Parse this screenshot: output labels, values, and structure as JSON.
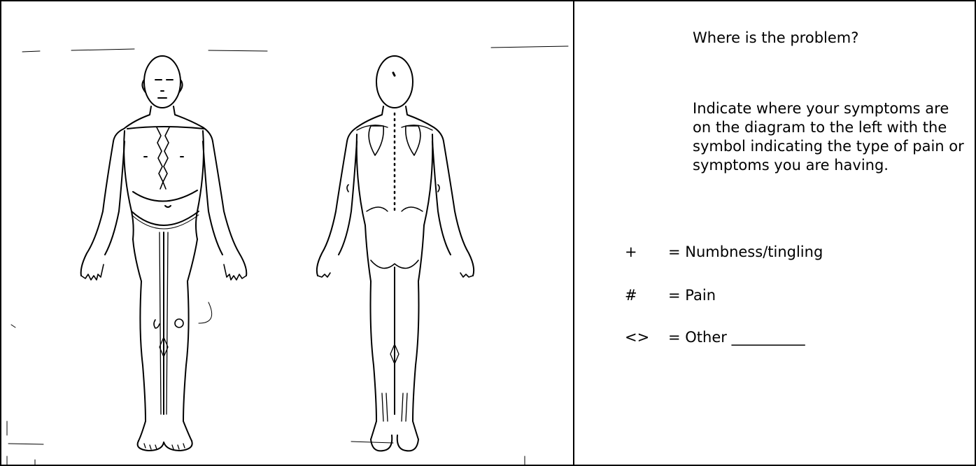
{
  "instructions": {
    "question": "Where is the problem?",
    "paragraph": "Indicate where your symptoms are on the diagram to the left with the symbol indicating the type of pain or symptoms you are having."
  },
  "legend": [
    {
      "symbol": "+",
      "text": "= Numbness/tingling"
    },
    {
      "symbol": "#",
      "text": "= Pain"
    },
    {
      "symbol": "<>",
      "text": "= Other __________"
    }
  ],
  "diagram": {
    "views": [
      "front-view",
      "back-view"
    ]
  },
  "colors": {
    "ink": "#000000",
    "paper": "#ffffff"
  }
}
